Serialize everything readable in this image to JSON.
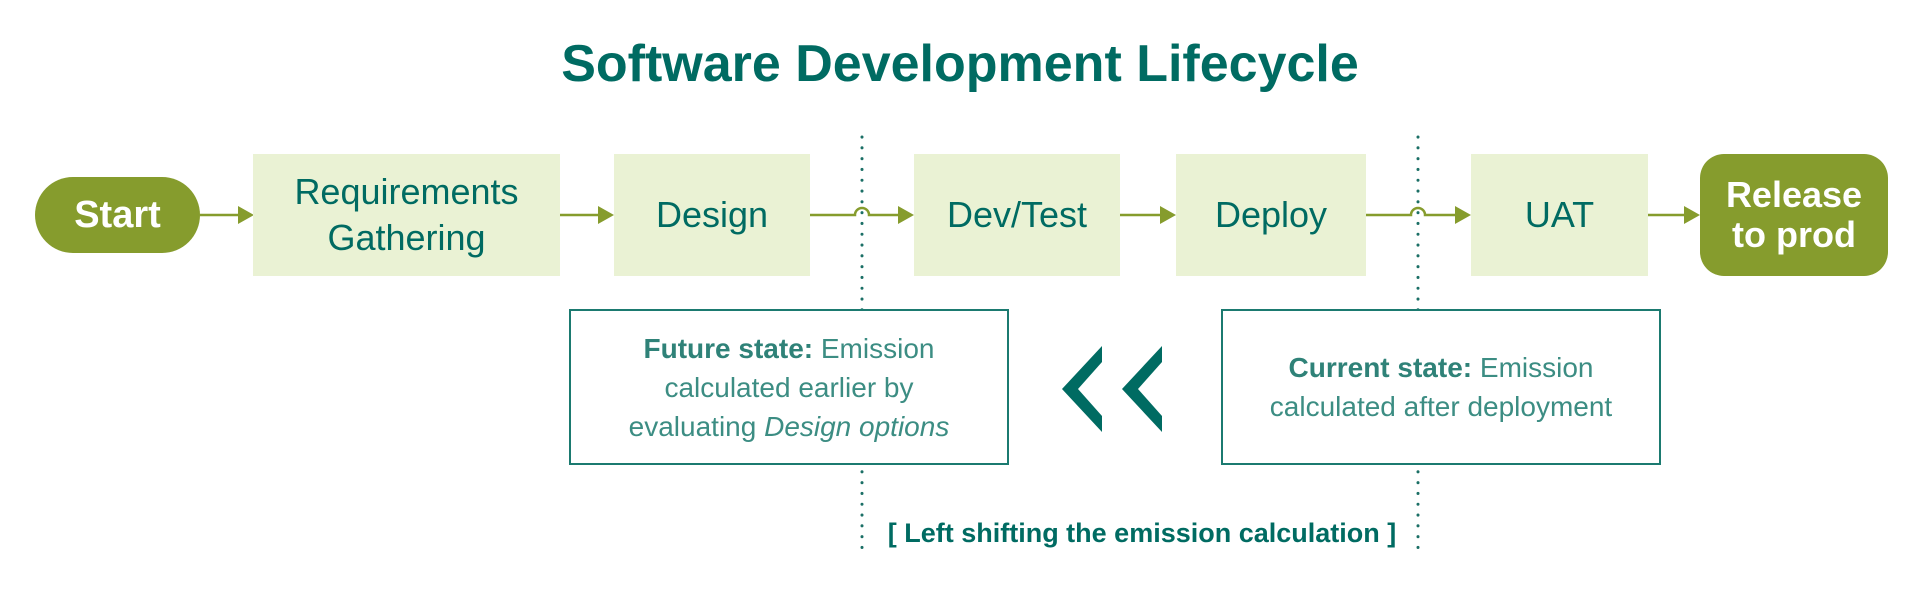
{
  "title": "Software Development Lifecycle",
  "colors": {
    "title": "#006b62",
    "pill_fill": "#869c2d",
    "step_fill": "#eaf2d4",
    "step_text": "#006b62",
    "connector": "#869c2d",
    "divider_dots": "#1b6f66",
    "state_border": "#1b7a70",
    "state_text": "#3c8d83",
    "chevron": "#006b62"
  },
  "flow": {
    "start": "Start",
    "steps": [
      {
        "label_line1": "Requirements",
        "label_line2": "Gathering"
      },
      {
        "label_line1": "Design"
      },
      {
        "label_line1": "Dev/Test"
      },
      {
        "label_line1": "Deploy"
      },
      {
        "label_line1": "UAT"
      }
    ],
    "end_line1": "Release",
    "end_line2": "to prod"
  },
  "future_state": {
    "bold": "Future state:",
    "text1": " Emission",
    "text2": "calculated earlier by",
    "text3": "evaluating ",
    "italic": "Design options"
  },
  "current_state": {
    "bold": "Current state:",
    "text1": " Emission",
    "text2": "calculated after deployment"
  },
  "shift_icon": "double-chevron-left-icon",
  "caption": "[ Left shifting the emission calculation ]"
}
